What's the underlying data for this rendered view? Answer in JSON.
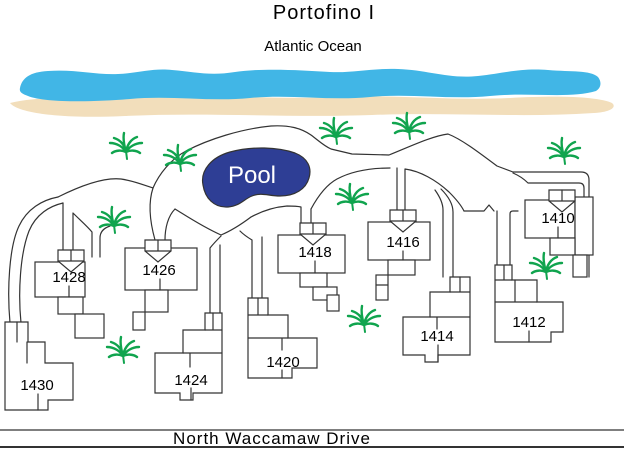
{
  "title": "Portofino I",
  "labels": {
    "ocean": "Atlantic Ocean",
    "pool": "Pool",
    "street": "North Waccamaw Drive"
  },
  "buildings": [
    {
      "number": "1428"
    },
    {
      "number": "1426"
    },
    {
      "number": "1430"
    },
    {
      "number": "1424"
    },
    {
      "number": "1420"
    },
    {
      "number": "1418"
    },
    {
      "number": "1416"
    },
    {
      "number": "1414"
    },
    {
      "number": "1412"
    },
    {
      "number": "1410"
    }
  ],
  "palm_tree_count": 10,
  "colors": {
    "ocean": "#41b6e6",
    "sand": "#f2debb",
    "pool": "#2e3e95",
    "palm": "#10a44e",
    "line": "#333333",
    "text": "#000000",
    "background": "#ffffff"
  }
}
